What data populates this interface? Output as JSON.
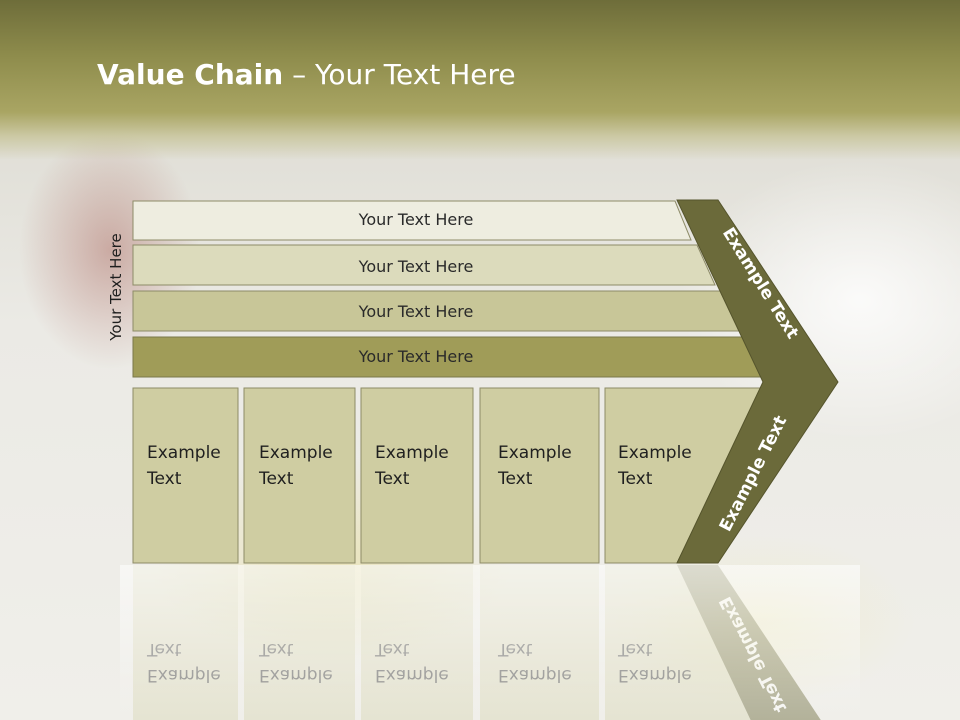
{
  "title": {
    "bold": "Value Chain",
    "rest": " – Your Text Here"
  },
  "side_label": "Your Text Here",
  "bars": [
    {
      "label": "Your Text Here"
    },
    {
      "label": "Your Text Here"
    },
    {
      "label": "Your Text Here"
    },
    {
      "label": "Your Text Here"
    }
  ],
  "boxes": [
    {
      "line1": "Example",
      "line2": "Text"
    },
    {
      "line1": "Example",
      "line2": "Text"
    },
    {
      "line1": "Example",
      "line2": "Text"
    },
    {
      "line1": "Example",
      "line2": "Text"
    },
    {
      "line1": "Example",
      "line2": "Text"
    }
  ],
  "chevron": {
    "upper_label": "Example Text",
    "lower_label": "Example Text"
  },
  "colors": {
    "title_band": "#8e8c4c",
    "bar1": "#eeede0",
    "bar2": "#dcdbbc",
    "bar3": "#c8c698",
    "bar4": "#a09c58",
    "box_fill": "#cfcda2",
    "chevron": "#6b6a3a"
  }
}
